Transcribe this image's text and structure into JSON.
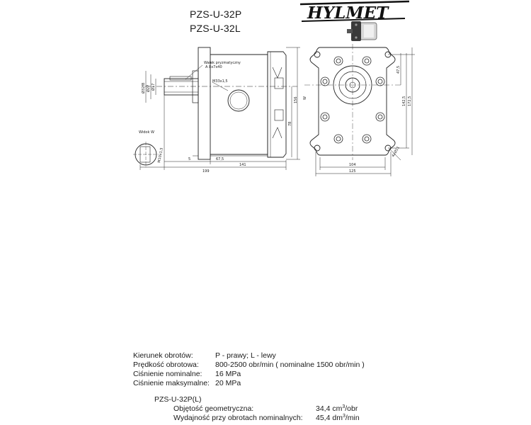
{
  "header": {
    "model_p": "PZS-U-32P",
    "model_l": "PZS-U-32L",
    "brand": "HYLMET"
  },
  "drawing": {
    "note_line1": "Wałek pryzmatyczny",
    "note_line2": "A 8x7x40",
    "thread_label": "M33x1,5",
    "dia_32": "Ø32f8",
    "dia_27": "Ø27",
    "dia_17": "Ø17",
    "dim_67_5": "67,5",
    "dim_141": "141",
    "dim_199": "199",
    "dim_5": "5",
    "dim_78": "78",
    "dim_156": "156",
    "dim_w": "W",
    "dim_104": "104",
    "dim_125": "125",
    "dim_47_5": "47,5",
    "dim_142_5": "142,5",
    "dim_172_5": "172,5",
    "dim_4x11": "4xØ11",
    "view_label": "Widok W",
    "m10_label": "M10x1,5"
  },
  "specs": {
    "rotation_label": "Kierunek obrotów:",
    "rotation_value": "P - prawy; L - lewy",
    "speed_label": "Prędkość obrotowa:",
    "speed_value": "800-2500 obr/min ( nominalne 1500 obr/min )",
    "nominal_pressure_label": "Ciśnienie nominalne:",
    "nominal_pressure_value": "16 MPa",
    "max_pressure_label": "Ciśnienie maksymalne:",
    "max_pressure_value": "20 MPa",
    "variant": "PZS-U-32P(L)",
    "displacement_label": "Objętość geometryczna:",
    "displacement_value": "34,4 cm",
    "displacement_unit": "/obr",
    "flow_label": "Wydajność przy obrotach nominalnych:",
    "flow_value": "45,4 dm",
    "flow_unit": "/min",
    "sup3": "3"
  }
}
